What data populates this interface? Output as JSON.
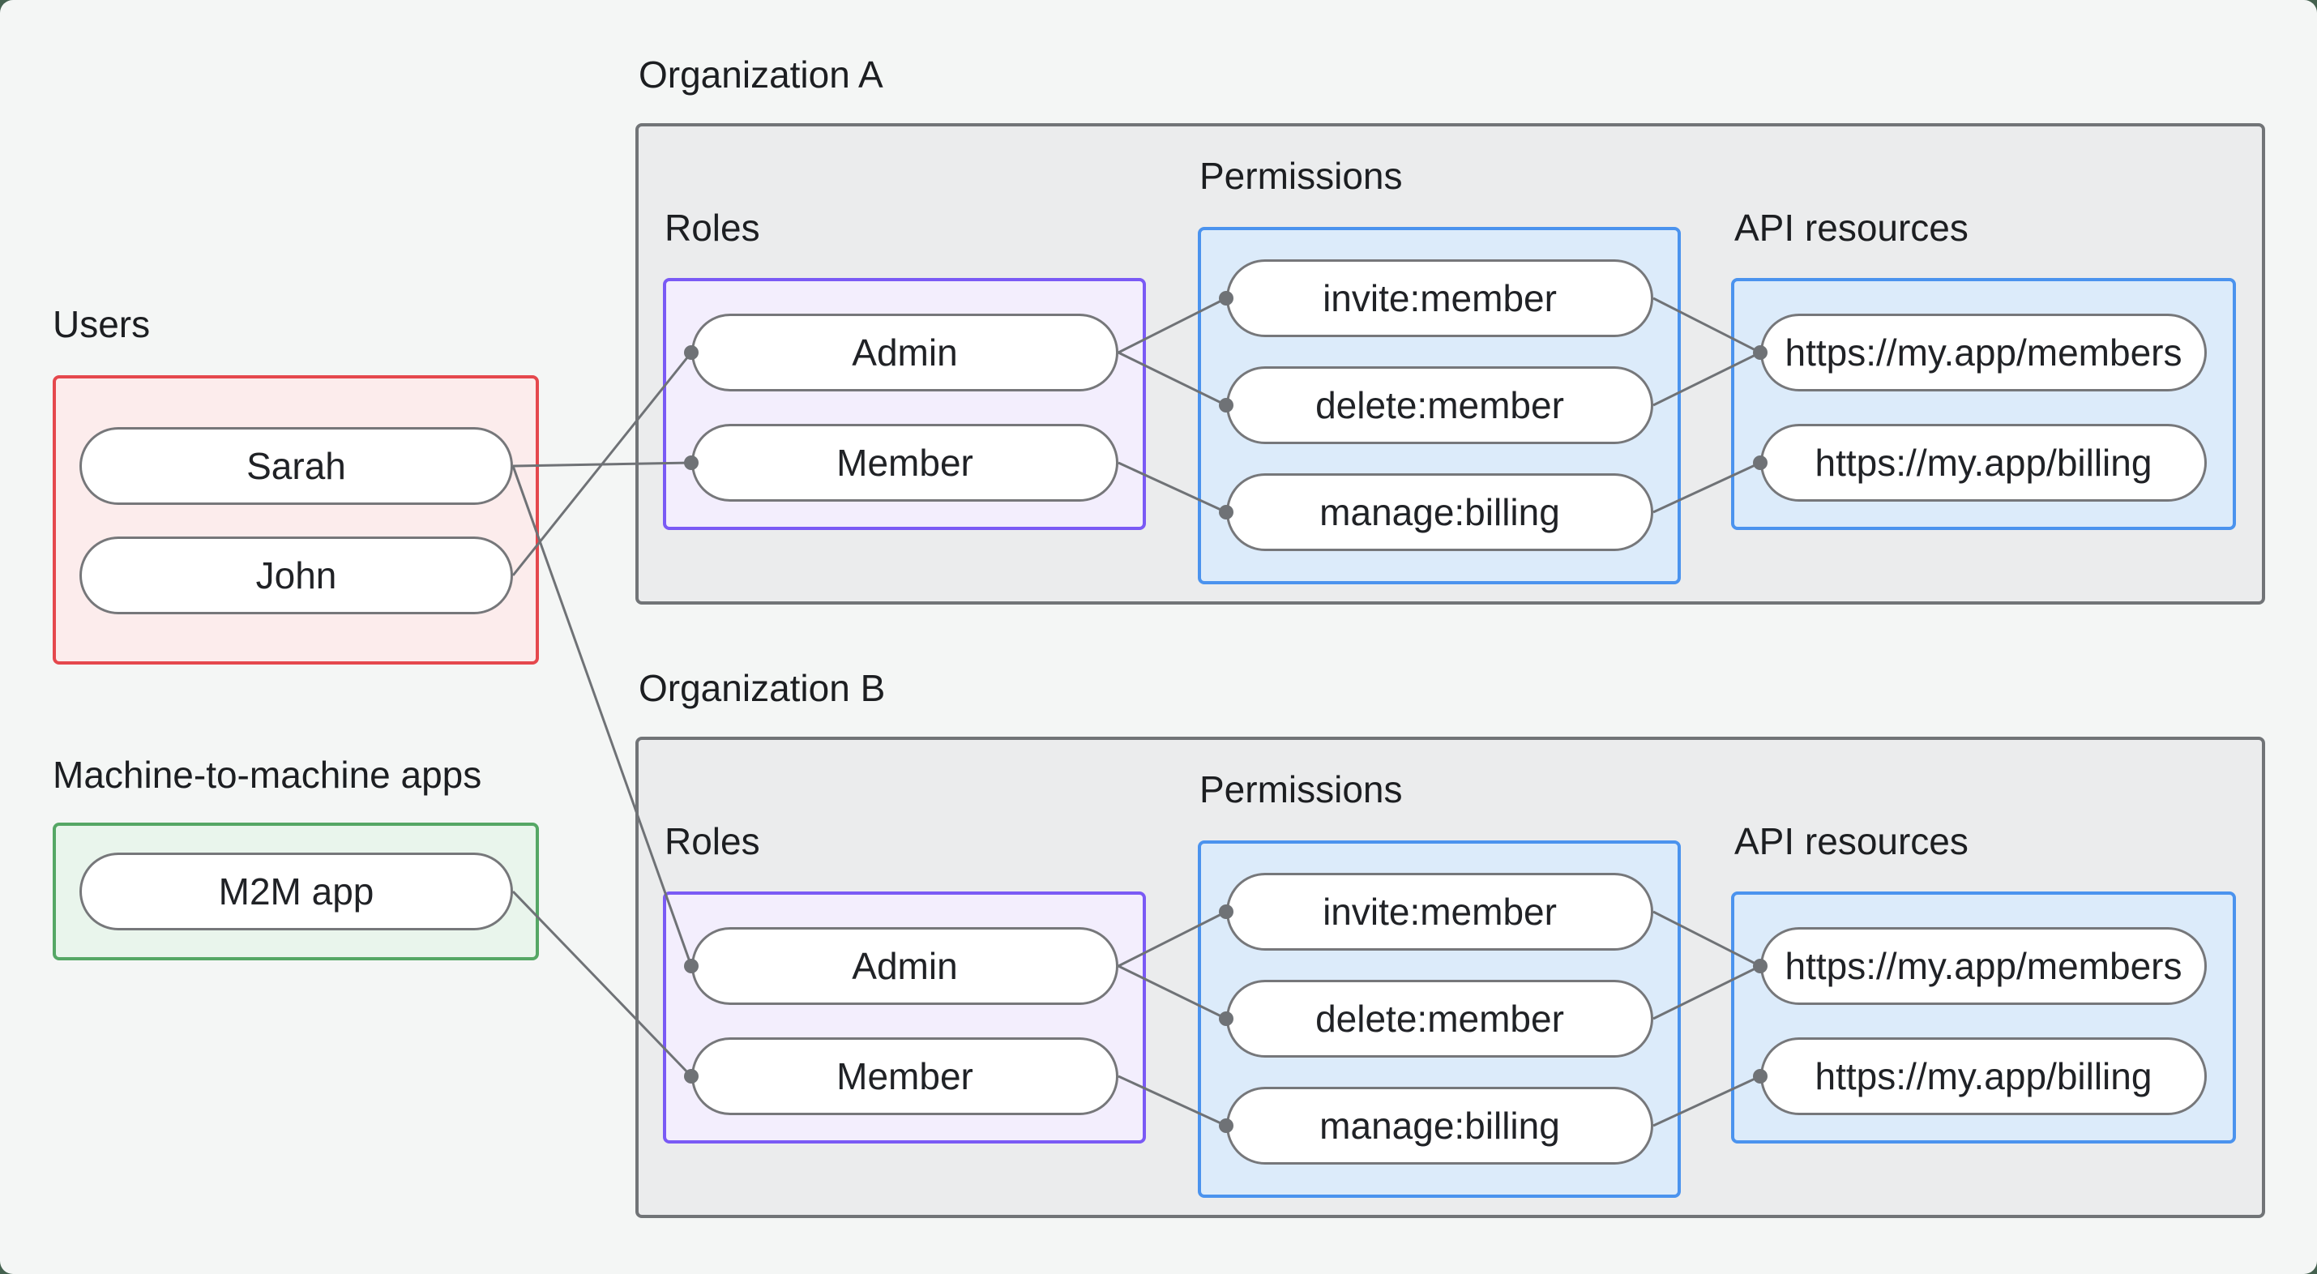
{
  "palette": {
    "page_background": "#f4f6f5",
    "outer_background": "#44614f",
    "org_fill": "#ebeced",
    "org_border": "#717477",
    "users_border": "#e5484d",
    "users_fill": "#fcecec",
    "m2m_border": "#55a765",
    "m2m_fill": "#e9f5ec",
    "roles_border": "#7a5af5",
    "roles_fill": "#f3eefd",
    "blue_border": "#4b93ee",
    "blue_fill": "#dcebfa",
    "pill_border": "#76777a",
    "wire_color": "#6f7276",
    "text_color": "#1c1e21"
  },
  "users_group": {
    "label": "Users",
    "items": [
      "Sarah",
      "John"
    ]
  },
  "m2m_group": {
    "label": "Machine-to-machine apps",
    "items": [
      "M2M app"
    ]
  },
  "orgs": [
    {
      "title": "Organization A",
      "roles_label": "Roles",
      "roles": [
        "Admin",
        "Member"
      ],
      "permissions_label": "Permissions",
      "permissions": [
        "invite:member",
        "delete:member",
        "manage:billing"
      ],
      "api_label": "API resources",
      "api_resources": [
        "https://my.app/members",
        "https://my.app/billing"
      ]
    },
    {
      "title": "Organization B",
      "roles_label": "Roles",
      "roles": [
        "Admin",
        "Member"
      ],
      "permissions_label": "Permissions",
      "permissions": [
        "invite:member",
        "delete:member",
        "manage:billing"
      ],
      "api_label": "API resources",
      "api_resources": [
        "https://my.app/members",
        "https://my.app/billing"
      ]
    }
  ],
  "connections": [
    {
      "from": "sarah",
      "to": "org-a-member"
    },
    {
      "from": "john",
      "to": "org-a-admin"
    },
    {
      "from": "sarah",
      "to": "org-b-admin"
    },
    {
      "from": "m2m-app",
      "to": "org-b-member"
    },
    {
      "from": "org-a-admin",
      "to": "org-a-invite-member"
    },
    {
      "from": "org-a-admin",
      "to": "org-a-delete-member"
    },
    {
      "from": "org-a-member",
      "to": "org-a-manage-billing"
    },
    {
      "from": "org-a-invite-member",
      "to": "org-a-members-api"
    },
    {
      "from": "org-a-delete-member",
      "to": "org-a-members-api"
    },
    {
      "from": "org-a-manage-billing",
      "to": "org-a-billing-api"
    },
    {
      "from": "org-b-admin",
      "to": "org-b-invite-member"
    },
    {
      "from": "org-b-admin",
      "to": "org-b-delete-member"
    },
    {
      "from": "org-b-member",
      "to": "org-b-manage-billing"
    },
    {
      "from": "org-b-invite-member",
      "to": "org-b-members-api"
    },
    {
      "from": "org-b-delete-member",
      "to": "org-b-members-api"
    },
    {
      "from": "org-b-manage-billing",
      "to": "org-b-billing-api"
    }
  ]
}
